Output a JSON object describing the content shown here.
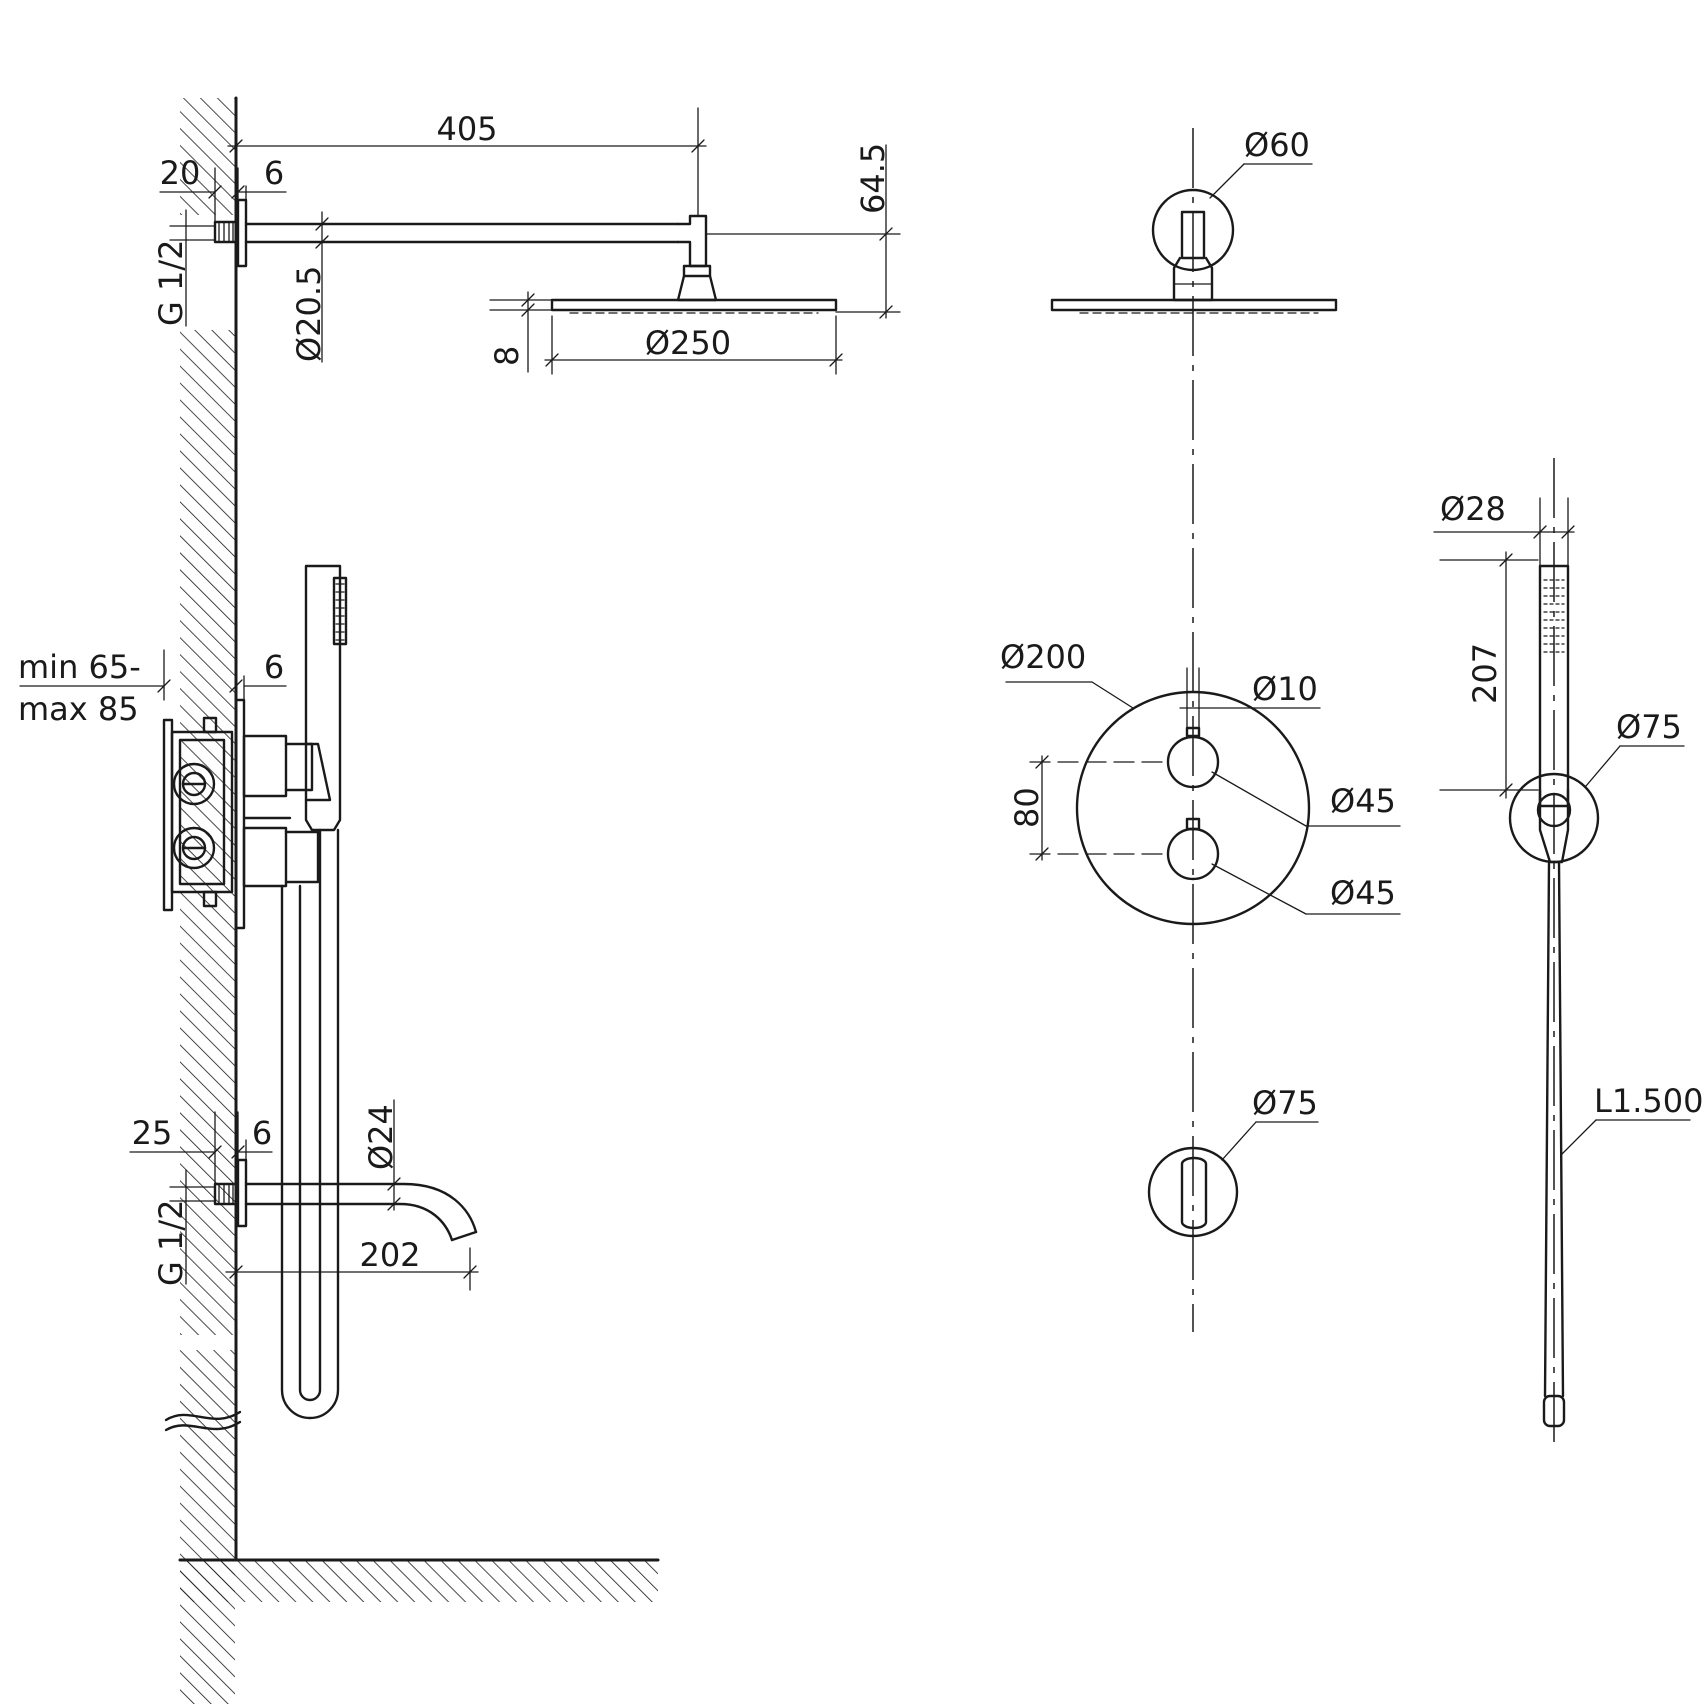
{
  "dimensions": {
    "arm_length": "405",
    "wall_offset_top": "20",
    "plate_thickness_top": "6",
    "arm_drop": "64.5",
    "thread_top": "G 1/2",
    "arm_diameter": "Ø20.5",
    "head_thickness": "8",
    "head_diameter": "Ø250",
    "arm_flange_diameter": "Ø60",
    "box_depth_min": "min 65-",
    "box_depth_max": "max 85",
    "plate_thickness_mid": "6",
    "plate_diameter": "Ø200",
    "pin_diameter": "Ø10",
    "handle_spacing": "80",
    "handle_top_diameter": "Ø45",
    "handle_bottom_diameter": "Ø45",
    "spout_wall_offset": "25",
    "plate_thickness_bottom": "6",
    "spout_diameter": "Ø24",
    "thread_bottom": "G 1/2",
    "spout_length": "202",
    "spout_flange_diameter": "Ø75",
    "handshower_diameter": "Ø28",
    "handshower_length": "207",
    "holder_diameter": "Ø75",
    "hose_length": "L1.500"
  }
}
